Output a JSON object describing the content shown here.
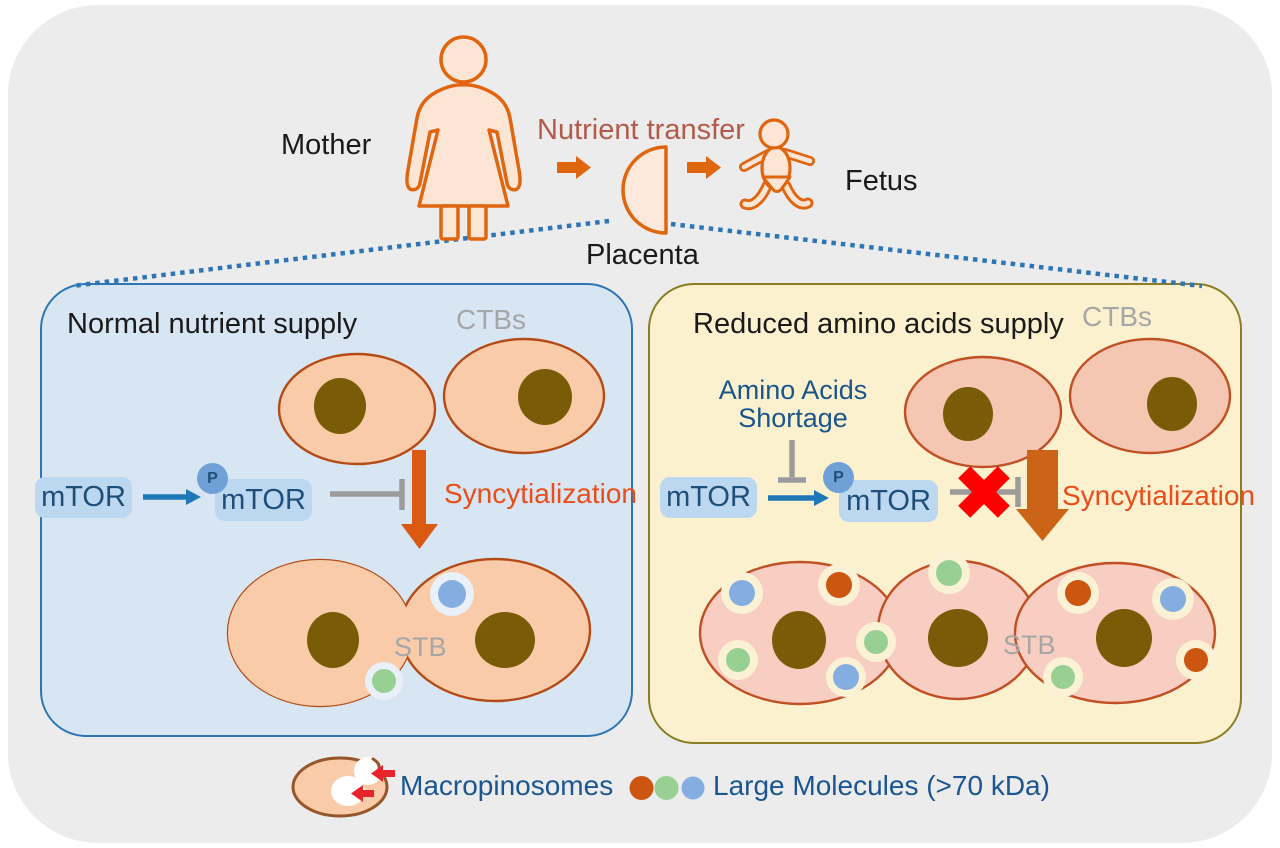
{
  "header": {
    "mother_label": "Mother",
    "nutrient_transfer_label": "Nutrient transfer",
    "fetus_label": "Fetus",
    "placenta_label": "Placenta"
  },
  "left_panel": {
    "title": "Normal nutrient supply",
    "ctbs_label": "CTBs",
    "stb_label": "STB",
    "mtor_label": "mTOR",
    "p_mtor_label": "mTOR",
    "phospho_label": "P",
    "syncytialization_label": "Syncytialization"
  },
  "right_panel": {
    "title": "Reduced amino acids supply",
    "ctbs_label": "CTBs",
    "stb_label": "STB",
    "amino_acids_line1": "Amino Acids",
    "amino_acids_line2": "Shortage",
    "mtor_label": "mTOR",
    "p_mtor_label": "mTOR",
    "phospho_label": "P",
    "syncytialization_label": "Syncytialization"
  },
  "legend": {
    "macropinosomes_label": "Macropinosomes",
    "large_molecules_label": "Large Molecules (>70 kDa)"
  },
  "colors": {
    "background_card": "#ECECEC",
    "left_panel_fill": "#D8E6F3",
    "left_panel_border": "#2E75B6",
    "right_panel_fill": "#FCF1CF",
    "right_panel_border": "#8A7D22",
    "icon_orange": "#E0650F",
    "icon_fill": "#FCE5D5",
    "cell_fill_left": "#F9CBA9",
    "cell_fill_right": "#F5C6B1",
    "stb_fill_right": "#F8CDC2",
    "cell_stroke": "#B44B17",
    "nucleus": "#7A5C08",
    "mtor_box": "#BCD7F0",
    "mtor_text": "#1F4E79",
    "phospho_circle": "#6FA0D6",
    "blue_arrow": "#1E78B8",
    "gray_inhibitor": "#9B9B9B",
    "syncytialization_arrow": "#D45E14",
    "syncytialization_text": "#EA4D1A",
    "red_x": "#FF0000",
    "dotted_line": "#2E75B6",
    "molecule_orange": "#CC5510",
    "molecule_green": "#98D093",
    "molecule_blue": "#85AEE0",
    "legend_text": "#1B5693",
    "nutrient_transfer_text": "#B45A4A"
  }
}
